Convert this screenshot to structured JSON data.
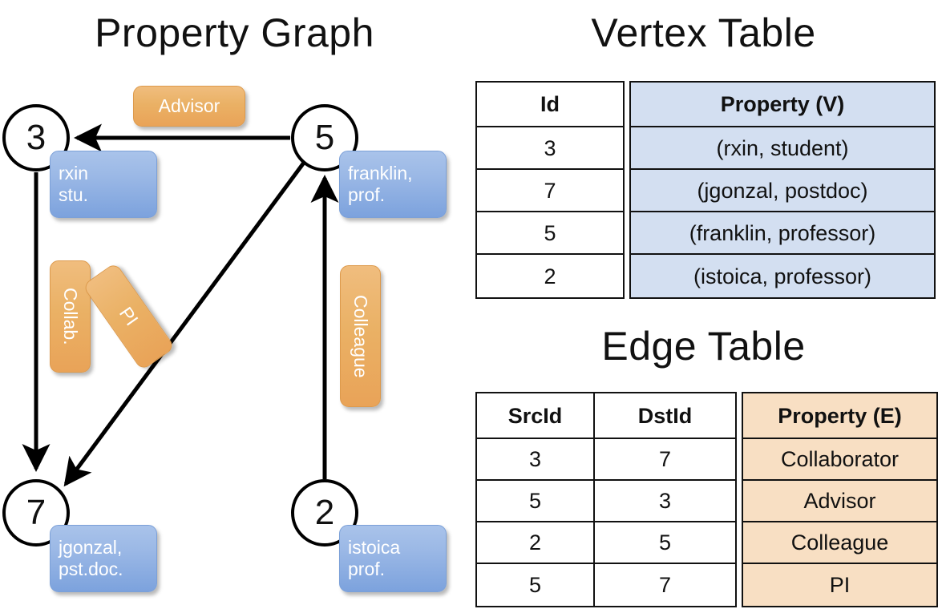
{
  "titles": {
    "graph": "Property Graph",
    "vertex_table": "Vertex Table",
    "edge_table": "Edge Table"
  },
  "colors": {
    "node_stroke": "#000000",
    "vertex_property_fill": "#d3dff1",
    "edge_property_fill": "#f8dfc3",
    "vertex_box": "#8fb0e3",
    "edge_box": "#eaac5f",
    "background": "#ffffff"
  },
  "graph": {
    "nodes": [
      {
        "id": "3",
        "label": "3",
        "property_lines": [
          "rxin",
          "stu."
        ]
      },
      {
        "id": "5",
        "label": "5",
        "property_lines": [
          "franklin,",
          "prof."
        ]
      },
      {
        "id": "7",
        "label": "7",
        "property_lines": [
          "jgonzal,",
          "pst.doc."
        ]
      },
      {
        "id": "2",
        "label": "2",
        "property_lines": [
          "istoica",
          "prof."
        ]
      }
    ],
    "edge_labels": [
      {
        "name": "advisor",
        "text": "Advisor",
        "src": "5",
        "dst": "3"
      },
      {
        "name": "collab",
        "text": "Collab.",
        "src": "3",
        "dst": "7"
      },
      {
        "name": "pi",
        "text": "PI",
        "src": "5",
        "dst": "7"
      },
      {
        "name": "colleague",
        "text": "Colleague",
        "src": "2",
        "dst": "5"
      }
    ]
  },
  "vertex_table": {
    "headers": [
      "Id",
      "Property (V)"
    ],
    "rows": [
      {
        "id": "3",
        "property": "(rxin, student)"
      },
      {
        "id": "7",
        "property": "(jgonzal, postdoc)"
      },
      {
        "id": "5",
        "property": "(franklin, professor)"
      },
      {
        "id": "2",
        "property": "(istoica, professor)"
      }
    ]
  },
  "edge_table": {
    "headers": [
      "SrcId",
      "DstId",
      "Property (E)"
    ],
    "rows": [
      {
        "src": "3",
        "dst": "7",
        "property": "Collaborator"
      },
      {
        "src": "5",
        "dst": "3",
        "property": "Advisor"
      },
      {
        "src": "2",
        "dst": "5",
        "property": "Colleague"
      },
      {
        "src": "5",
        "dst": "7",
        "property": "PI"
      }
    ]
  },
  "chart_data": {
    "type": "table",
    "title": "Property Graph / Vertex Table / Edge Table",
    "vertices": [
      {
        "id": 3,
        "name": "rxin",
        "role": "student"
      },
      {
        "id": 7,
        "name": "jgonzal",
        "role": "postdoc"
      },
      {
        "id": 5,
        "name": "franklin",
        "role": "professor"
      },
      {
        "id": 2,
        "name": "istoica",
        "role": "professor"
      }
    ],
    "edges": [
      {
        "src": 3,
        "dst": 7,
        "relation": "Collaborator"
      },
      {
        "src": 5,
        "dst": 3,
        "relation": "Advisor"
      },
      {
        "src": 2,
        "dst": 5,
        "relation": "Colleague"
      },
      {
        "src": 5,
        "dst": 7,
        "relation": "PI"
      }
    ]
  }
}
